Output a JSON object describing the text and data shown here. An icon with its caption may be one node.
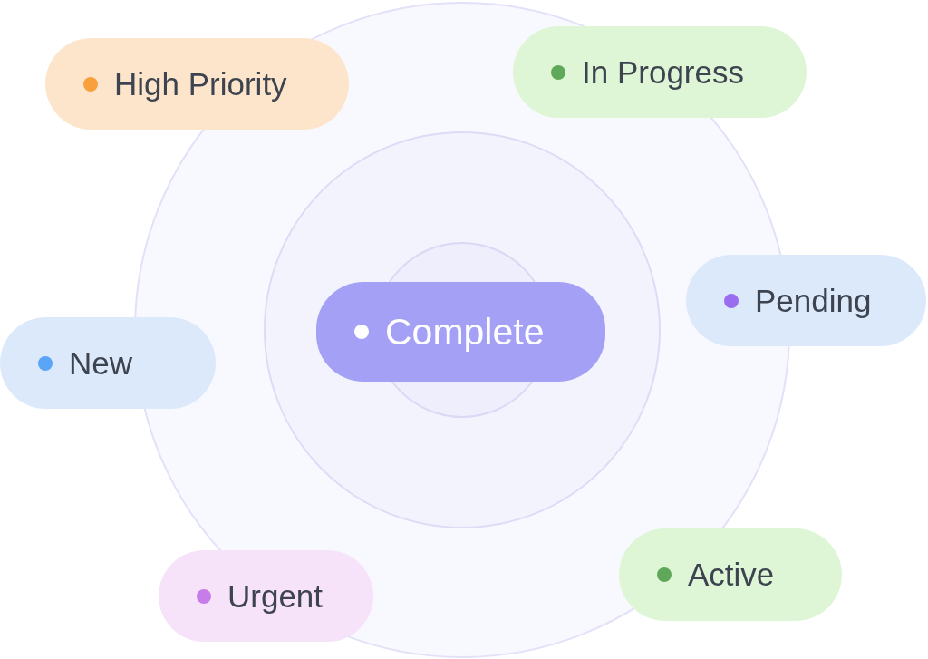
{
  "diagram": {
    "nodes": [
      {
        "text": [
          "High Priority"
        ]
      },
      {
        "text": [
          "In Progress"
        ]
      },
      {
        "text": [
          "Pending"
        ]
      },
      {
        "text": [
          "Complete"
        ]
      },
      {
        "text": [
          "New"
        ]
      },
      {
        "text": [
          "Active"
        ]
      },
      {
        "text": [
          "Urgent"
        ]
      }
    ]
  }
}
